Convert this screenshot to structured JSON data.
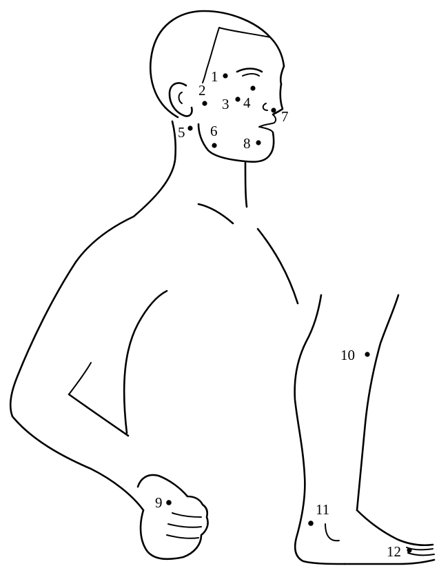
{
  "diagram": {
    "points": [
      {
        "id": "p1",
        "label": "1"
      },
      {
        "id": "p2",
        "label": "2"
      },
      {
        "id": "p3",
        "label": "3"
      },
      {
        "id": "p4",
        "label": "4"
      },
      {
        "id": "p5",
        "label": "5"
      },
      {
        "id": "p6",
        "label": "6"
      },
      {
        "id": "p7",
        "label": "7"
      },
      {
        "id": "p8",
        "label": "8"
      },
      {
        "id": "p9",
        "label": "9"
      },
      {
        "id": "p10",
        "label": "10"
      },
      {
        "id": "p11",
        "label": "11"
      },
      {
        "id": "p12",
        "label": "12"
      }
    ]
  }
}
